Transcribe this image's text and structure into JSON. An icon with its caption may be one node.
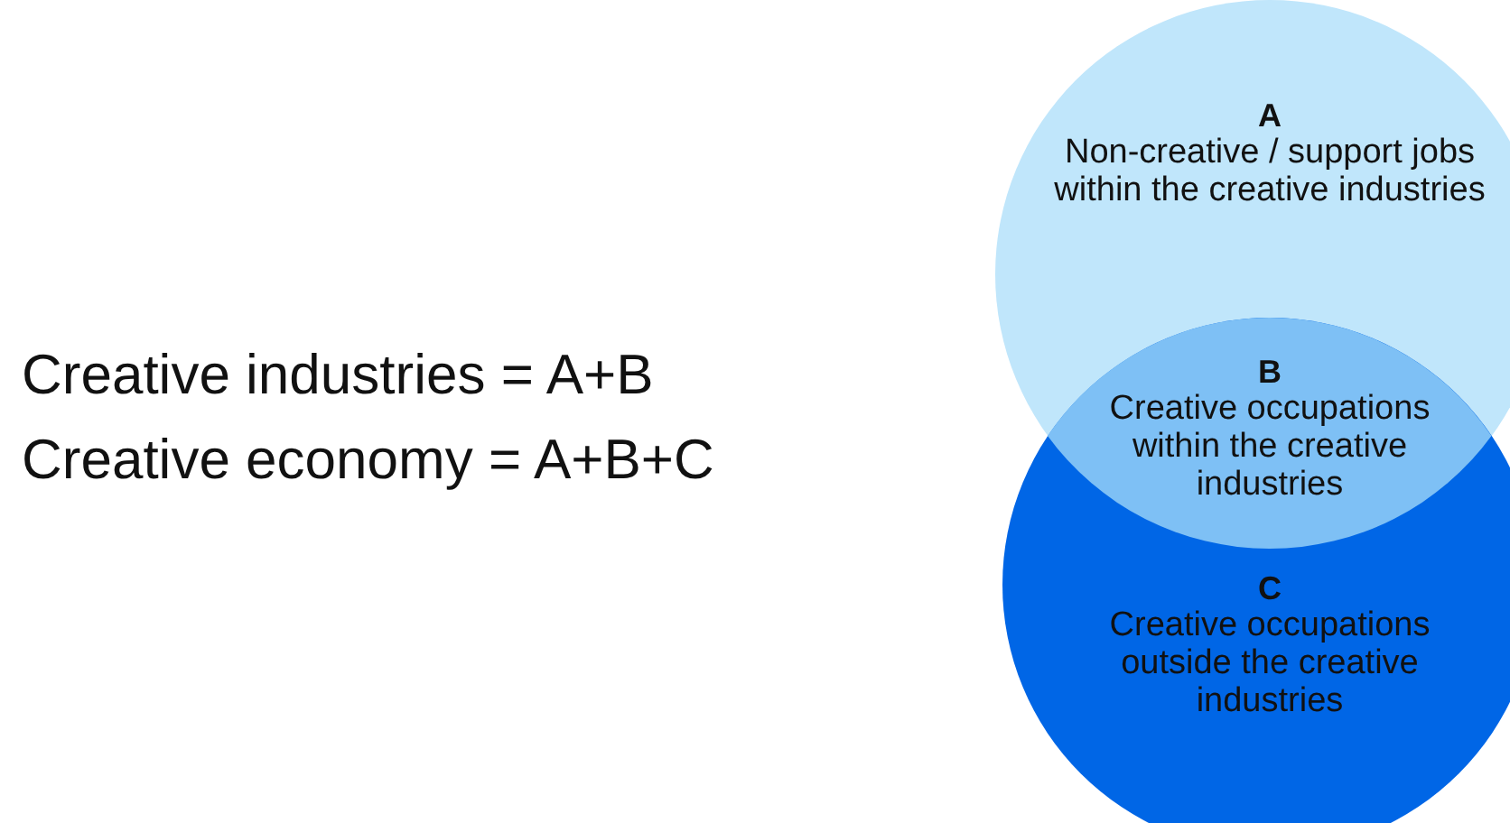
{
  "diagram": {
    "nodes": [
      {
        "text": [
          "A",
          "Non-creative / support jobs within the creative industries"
        ]
      },
      {
        "text": [
          "B",
          "Creative occupations within the creative industries"
        ]
      },
      {
        "text": [
          "C",
          "Creative occupations outside the creative industries"
        ]
      }
    ],
    "labels": [
      "Creative industries = A+B",
      "Creative economy = A+B+C"
    ]
  }
}
